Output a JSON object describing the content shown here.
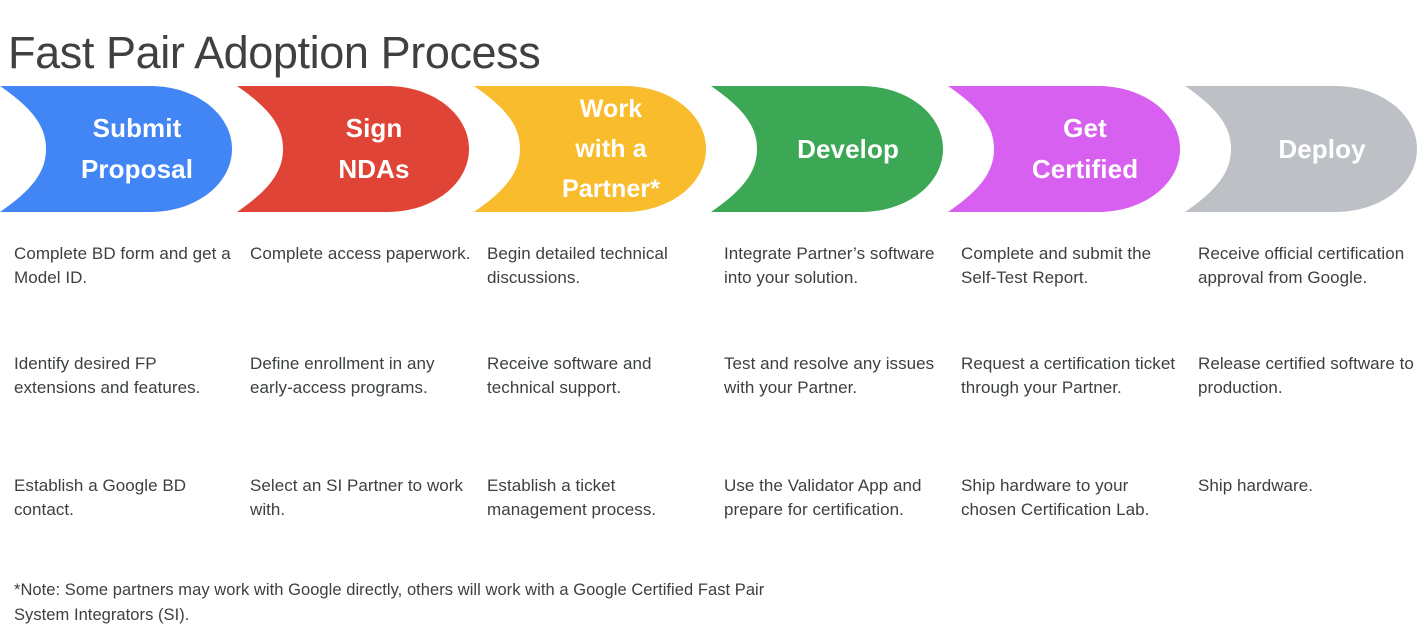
{
  "page": {
    "title": "Fast Pair Adoption Process",
    "background_color": "#ffffff",
    "text_color": "#3c4043"
  },
  "process": {
    "steps": [
      {
        "label": "Submit\nProposal",
        "color": "#4285F4",
        "details": [
          "Complete BD form and get a Model ID.",
          "Identify desired FP extensions and features.",
          "Establish a Google BD contact."
        ]
      },
      {
        "label": "Sign\nNDAs",
        "color": "#E04436",
        "details": [
          "Complete access paperwork.",
          "Define enrollment in any early-access programs.",
          "Select an SI Partner to work with."
        ]
      },
      {
        "label": "Work\nwith a\nPartner*",
        "color": "#F9BC2C",
        "details": [
          "Begin detailed technical discussions.",
          "Receive software and technical support.",
          "Establish a ticket management process."
        ]
      },
      {
        "label": "Develop",
        "color": "#3CA855",
        "details": [
          "Integrate Partner’s software into your solution.",
          "Test and resolve any issues with your Partner.",
          "Use the Validator App and prepare for certification."
        ]
      },
      {
        "label": "Get\nCertified",
        "color": "#D860F0",
        "details": [
          "Complete and submit the Self-Test Report.",
          "Request a certification ticket through your Partner.",
          "Ship hardware to your chosen Certification Lab."
        ]
      },
      {
        "label": "Deploy",
        "color": "#BDC1C6",
        "details": [
          "Receive official certification approval from Google.",
          "Release certified software to production.",
          "Ship hardware."
        ]
      }
    ]
  },
  "footnote": {
    "text": "*Note: Some partners may work with Google directly, others will work with a Google Certified Fast Pair System Integrators (SI)."
  }
}
